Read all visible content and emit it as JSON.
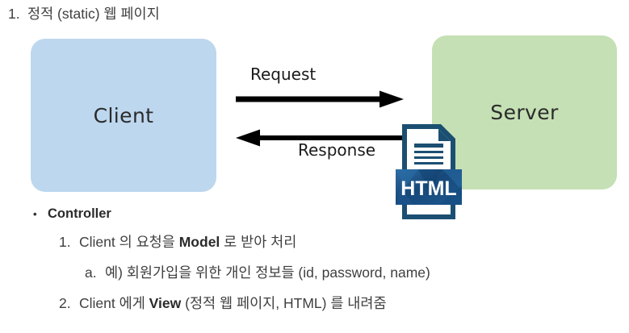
{
  "heading": {
    "marker": "1.",
    "text": "정적 (static) 웹 페이지"
  },
  "diagram": {
    "client": {
      "label": "Client",
      "color": "#bdd7ee"
    },
    "server": {
      "label": "Server",
      "color": "#c5e0b4"
    },
    "request_label": "Request",
    "response_label": "Response",
    "file_icon": {
      "name": "html-file-icon",
      "label": "HTML",
      "banner_color": "#1f4e79",
      "border_color": "#1b4f72"
    }
  },
  "notes": [
    {
      "level": "bullet",
      "marker": "•",
      "parts": [
        {
          "text": "Controller",
          "bold": true
        }
      ]
    },
    {
      "level": "num",
      "marker": "1.",
      "parts": [
        {
          "text": "Client 의 요청을 ",
          "bold": false
        },
        {
          "text": "Model",
          "bold": true
        },
        {
          "text": " 로 받아 처리",
          "bold": false
        }
      ]
    },
    {
      "level": "alpha",
      "marker": "a.",
      "parts": [
        {
          "text": "예) 회원가입을 위한 개인 정보들 (id, password, name)",
          "bold": false
        }
      ]
    },
    {
      "level": "num",
      "marker": "2.",
      "parts": [
        {
          "text": "Client 에게 ",
          "bold": false
        },
        {
          "text": "View",
          "bold": true
        },
        {
          "text": " (정적 웹 페이지, HTML) 를 내려줌",
          "bold": false
        }
      ]
    }
  ]
}
